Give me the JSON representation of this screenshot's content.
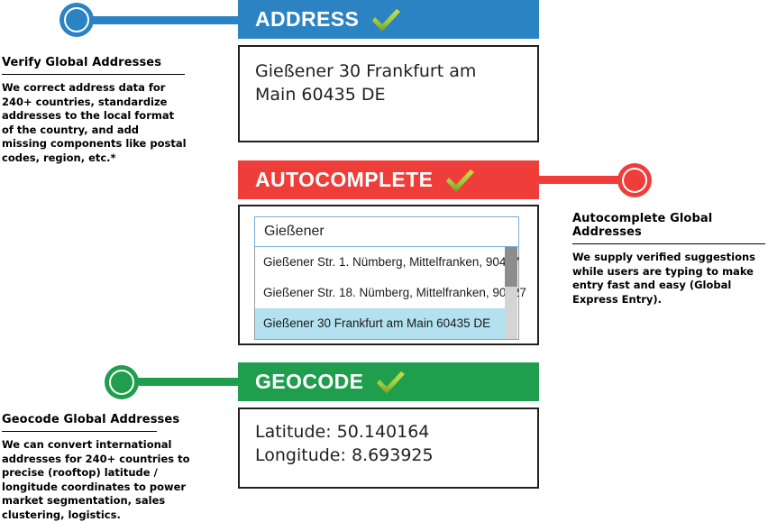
{
  "colors": {
    "address_blue": "#2b83c3",
    "autocomplete_red": "#ef3e3a",
    "geocode_green": "#1f9e4e",
    "check_green": "#8cc63f",
    "selected_row": "#b3e1ef",
    "text_black": "#231f20"
  },
  "panels": {
    "address": {
      "title": "ADDRESS",
      "status_icon": "green-check-icon",
      "lines": [
        "Gießener 30 Frankfurt am",
        "Main 60435 DE"
      ]
    },
    "autocomplete": {
      "title": "AUTOCOMPLETE",
      "status_icon": "green-check-icon",
      "input_value": "Gießener",
      "input_placeholder": "Gießener",
      "suggestions": [
        {
          "label": "Gießener Str. 1. Nümberg, Mittelfranken, 90427",
          "selected": false
        },
        {
          "label": "Gießener Str. 18. Nümberg, Mittelfranken, 90427",
          "selected": false
        },
        {
          "label": "Gießener 30 Frankfurt am Main 60435 DE",
          "selected": true
        }
      ]
    },
    "geocode": {
      "title": "GEOCODE",
      "status_icon": "green-check-icon",
      "lines": [
        "Latitude: 50.140164",
        "Longitude: 8.693925"
      ]
    }
  },
  "captions": {
    "verify": {
      "heading": "Verify Global Addresses",
      "body": "We correct address data for 240+ countries, standardize addresses to the local format of the country, and add missing components like postal codes, region, etc.*"
    },
    "autocomplete": {
      "heading": "Autocomplete Global Addresses",
      "body": "We supply verified suggestions while users are typing to make entry fast and easy (Global Express Entry)."
    },
    "geocode": {
      "heading": "Geocode Global Addresses",
      "body": "We can convert international addresses for 240+ countries to precise (rooftop) latitude / longitude coordinates to power market segmentation, sales clustering, logistics."
    }
  }
}
